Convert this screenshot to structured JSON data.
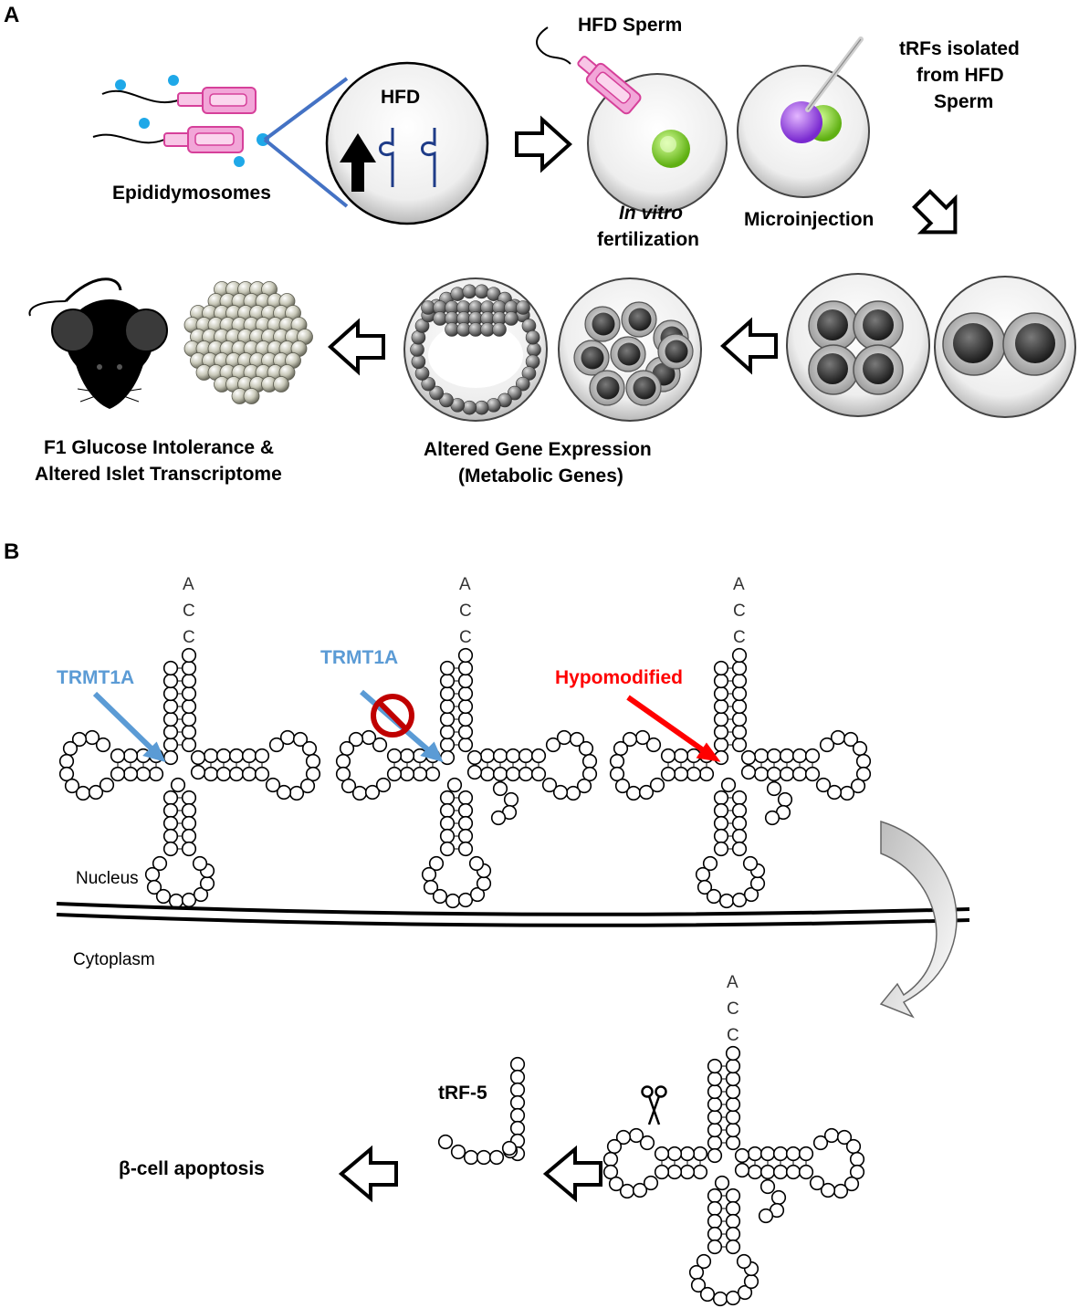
{
  "panels": {
    "a": {
      "letter": "A",
      "epididymosomes": "Epididymosomes",
      "hfd": "HFD",
      "hfd_sperm": "HFD  Sperm",
      "trfs_isolated": [
        "tRFs isolated",
        "from HFD",
        "Sperm"
      ],
      "ivf": [
        "In vitro",
        "fertilization"
      ],
      "microinjection": "Microinjection",
      "gene_expression": [
        "Altered Gene Expression",
        "(Metabolic Genes)"
      ],
      "f1": [
        "F1 Glucose Intolerance &",
        "Altered Islet Transcriptome"
      ]
    },
    "b": {
      "letter": "B",
      "trmt1a_1": "TRMT1A",
      "trmt1a_2": "TRMT1A",
      "hypomodified": "Hypomodified",
      "nucleus": "Nucleus",
      "cytoplasm": "Cytoplasm",
      "acc": [
        "A",
        "C",
        "C"
      ],
      "trf5": "tRF-5",
      "apoptosis": "β-cell apoptosis"
    }
  },
  "colors": {
    "blue": "#5b9bd5",
    "red": "#ff0000",
    "pink": "#f2a6d8",
    "green": "#7dd321",
    "purple": "#9b4fe0"
  },
  "icons": [
    "scissors-icon",
    "prohibition-icon",
    "mouse-icon",
    "sperm-icon"
  ]
}
